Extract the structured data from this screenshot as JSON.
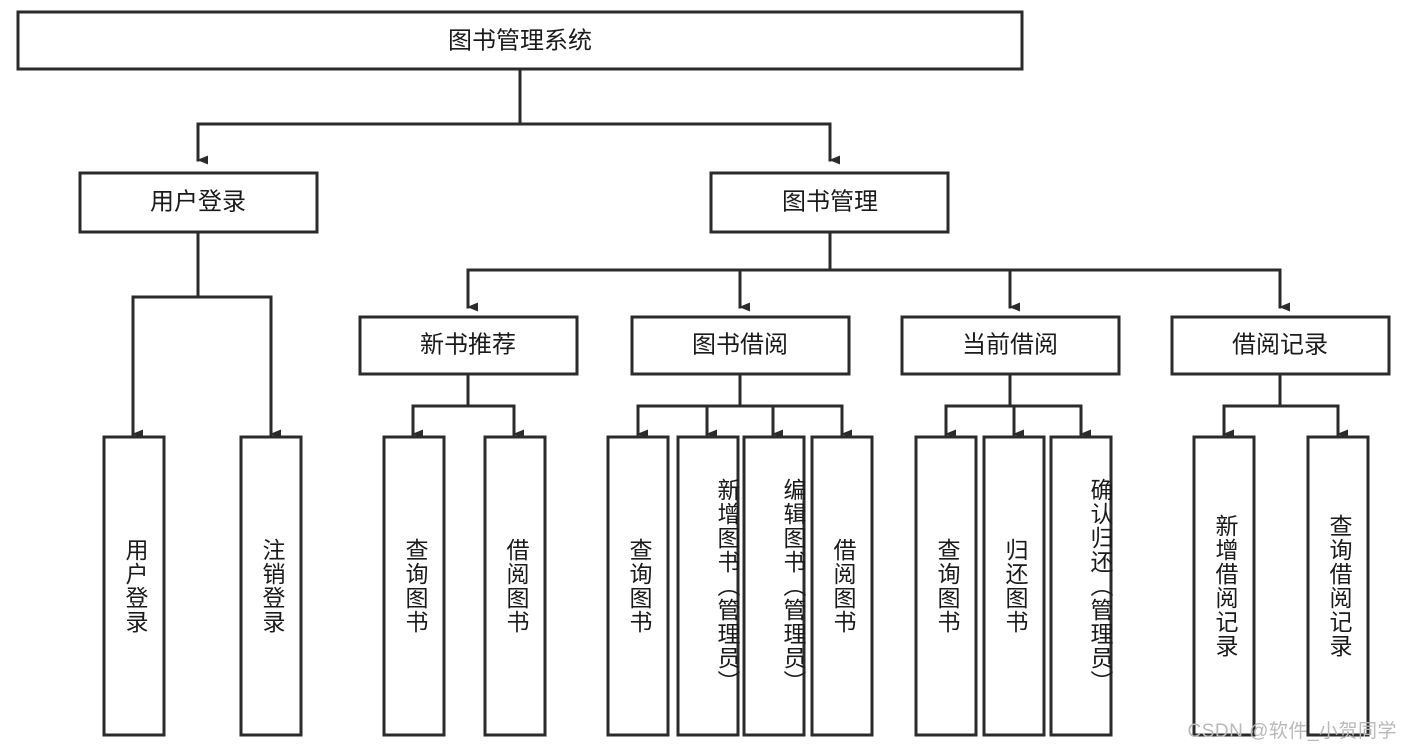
{
  "diagram": {
    "type": "tree",
    "title": "图书管理系统",
    "watermark": "CSDN @软件_小贺同学",
    "colors": {
      "stroke": "#2b2b2b",
      "fill": "#ffffff",
      "text": "#1a1a1a",
      "watermark": "#b9b9b9"
    },
    "root": {
      "label": "图书管理系统"
    },
    "level1": [
      {
        "label": "用户登录"
      },
      {
        "label": "图书管理"
      }
    ],
    "level2": [
      {
        "label": "新书推荐",
        "parent": "图书管理"
      },
      {
        "label": "图书借阅",
        "parent": "图书管理"
      },
      {
        "label": "当前借阅",
        "parent": "图书管理"
      },
      {
        "label": "借阅记录",
        "parent": "图书管理"
      }
    ],
    "leaves": {
      "user_login": [
        {
          "label": "用户登录"
        },
        {
          "label": "注销登录"
        }
      ],
      "new_book_recommend": [
        {
          "label": "查询图书"
        },
        {
          "label": "借阅图书"
        }
      ],
      "book_borrow": [
        {
          "label": "查询图书"
        },
        {
          "label": "新增图书（管理员）"
        },
        {
          "label": "编辑图书（管理员）"
        },
        {
          "label": "借阅图书"
        }
      ],
      "current_borrow": [
        {
          "label": "查询图书"
        },
        {
          "label": "归还图书"
        },
        {
          "label": "确认归还（管理员）"
        }
      ],
      "borrow_record": [
        {
          "label": "新增借阅记录"
        },
        {
          "label": "查询借阅记录"
        }
      ]
    }
  }
}
